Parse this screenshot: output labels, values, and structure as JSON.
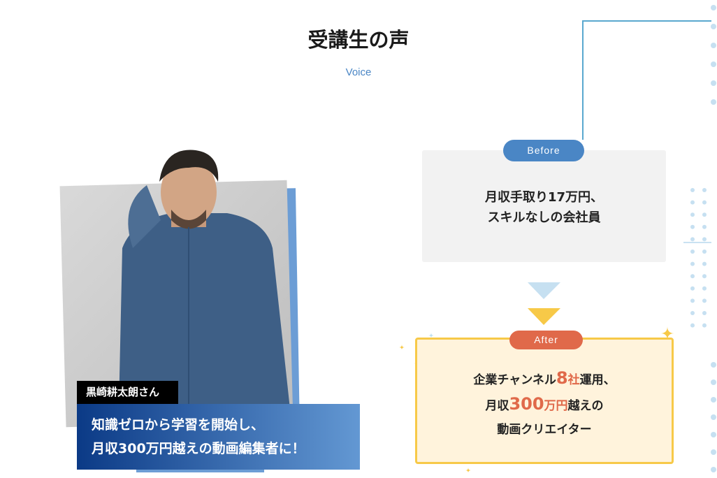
{
  "section": {
    "title": "受講生の声",
    "subtitle": "Voice"
  },
  "testimonial": {
    "name": "黒崎耕太朗さん",
    "caption_line1": "知識ゼロから学習を開始し、",
    "caption_line2": "月収300万円越えの動画編集者に！",
    "before": {
      "badge": "Before",
      "line1": "月収手取り17万円、",
      "line2": "スキルなしの会社員"
    },
    "after": {
      "badge": "After",
      "l1a": "企業チャンネル",
      "l1num": "8",
      "l1unit": "社",
      "l1b": "運用、",
      "l2a": "月収",
      "l2num": "300",
      "l2unit": "万円",
      "l2b": "越えの",
      "line3": "動画クリエイター"
    }
  },
  "colors": {
    "accent": "#4a86c5",
    "after": "#e0694a",
    "gold": "#f7c948"
  }
}
